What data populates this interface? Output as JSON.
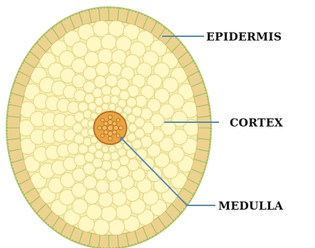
{
  "diagram": {
    "labels": {
      "epidermis": "EPIDERMIS",
      "cortex": "CORTEX",
      "medulla": "MEDULLA"
    },
    "colors": {
      "epidermis_fill": "#ecd28e",
      "epidermis_cell_wall": "#9bbf62",
      "cortex_fill": "#f8f0b0",
      "cortex_cell": "#fff7c4",
      "cortex_cell_wall": "#e4d68a",
      "medulla_fill": "#e8a440",
      "medulla_cell": "#f2b95a",
      "medulla_border": "#b9722a",
      "leader_line": "#5a8aa8",
      "label_text": "#111111"
    }
  }
}
